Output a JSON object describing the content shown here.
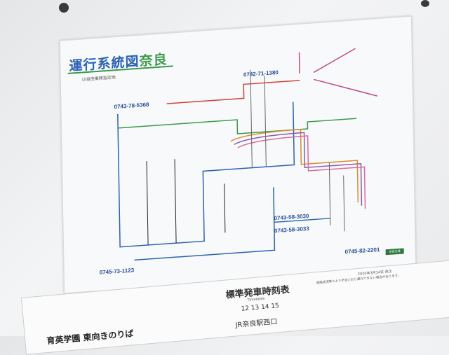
{
  "map": {
    "title": "運行系統図",
    "region": "奈良",
    "legend": "は自由乗降指定地",
    "phones": [
      "0743-78-5368",
      "0742-71-1380",
      "0743-58-3030",
      "0743-58-3033",
      "0745-73-1123",
      "0745-82-2201"
    ],
    "badge": "奈良交通"
  },
  "timetable": {
    "title": "標準発車時刻表",
    "subtitle": "Timetable",
    "hours": "12 13 14 15",
    "stop": "育英学園 東向きのりば",
    "destination": "JR奈良駅西口",
    "date": "2020年3月14日 改正",
    "note": "道路状況等により予定どおり運行できない場合があります。"
  },
  "colors": {
    "blue": "#2a63b8",
    "green": "#3a9a4a",
    "red": "#d0443a",
    "orange": "#e08a2a"
  }
}
